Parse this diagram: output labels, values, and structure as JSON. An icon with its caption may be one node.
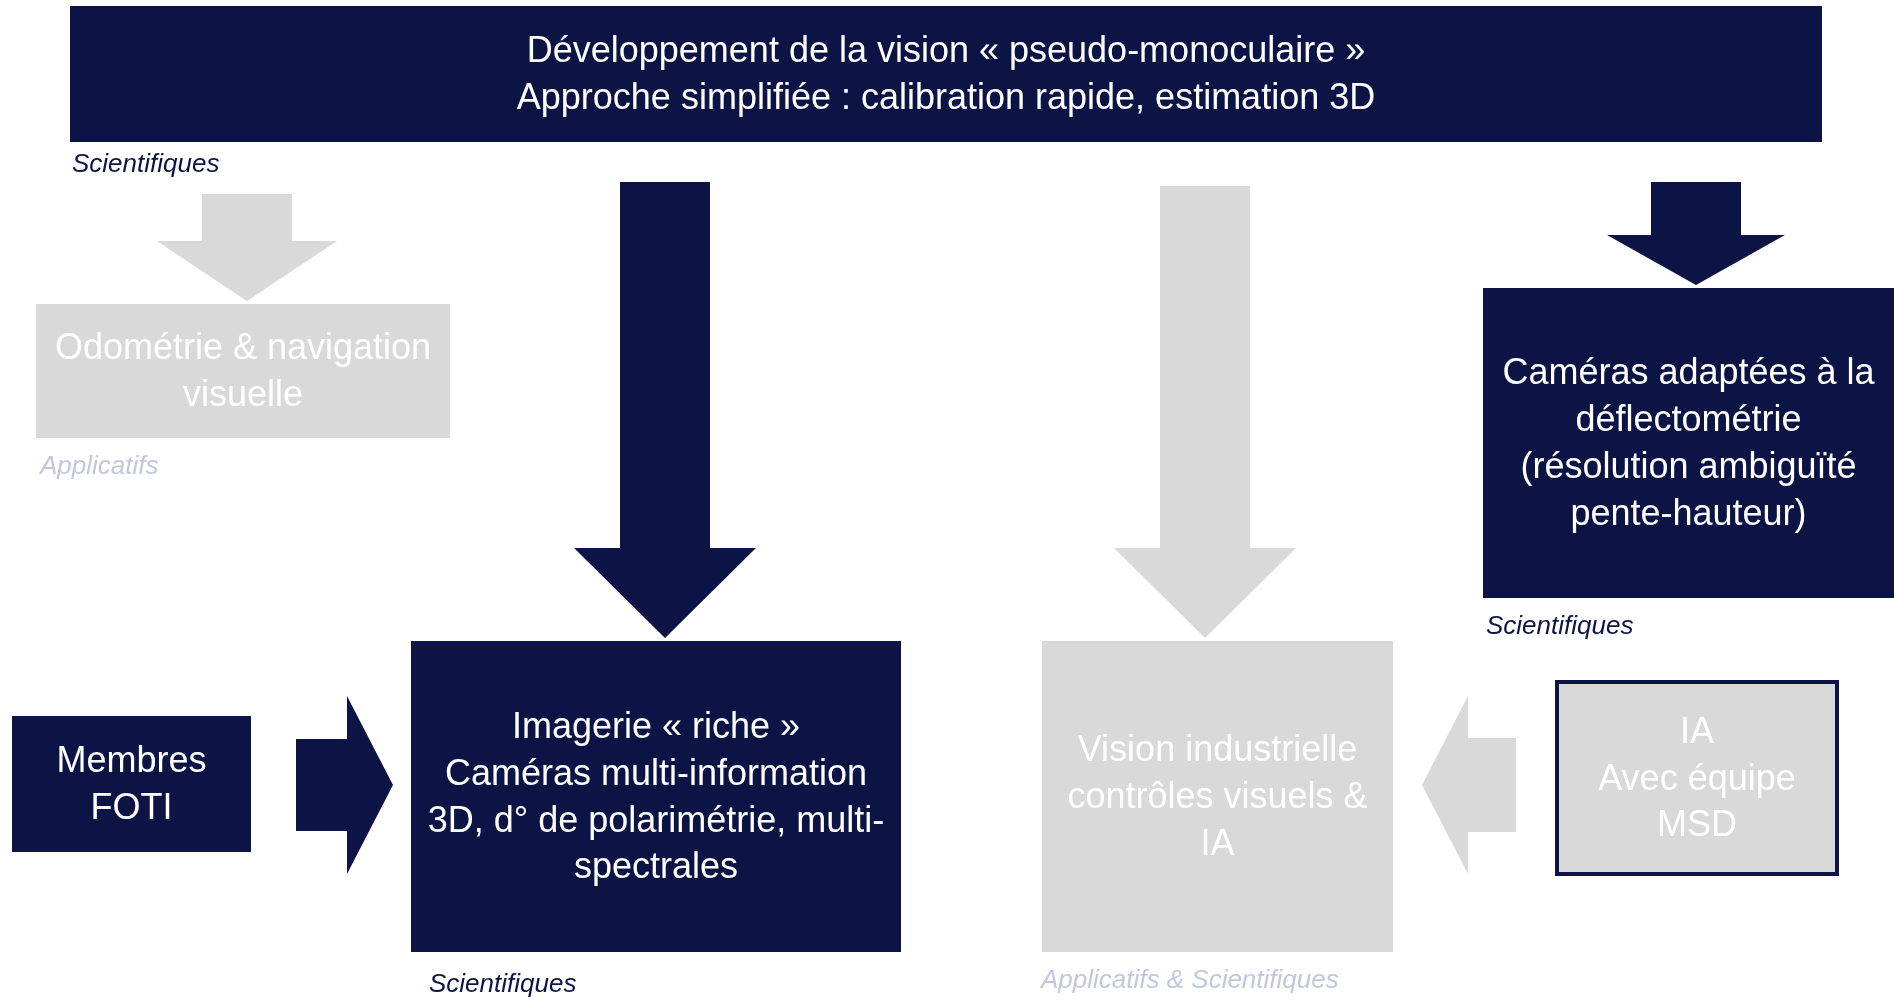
{
  "diagram": {
    "nodes": [
      {
        "text": [
          "Développement de la vision « pseudo-monoculaire »",
          "Approche simplifiée : calibration rapide, estimation 3D"
        ],
        "beside": [
          "Scientifiques"
        ]
      },
      {
        "text": [
          "Odométrie & navigation visuelle"
        ],
        "beside": [
          "Applicatifs"
        ]
      },
      {
        "text": [
          "Caméras adaptées à la déflectométrie (résolution ambiguïté pente-hauteur)"
        ],
        "beside": [
          "Scientifiques"
        ]
      },
      {
        "text": [
          "Membres FOTI"
        ]
      },
      {
        "text": [
          "Imagerie « riche »",
          "Caméras multi-information",
          "3D, d° de polarimétrie, multi-spectrales"
        ],
        "beside": [
          "Scientifiques"
        ]
      },
      {
        "text": [
          "Vision industrielle contrôles visuels &",
          "IA"
        ],
        "beside": [
          "Applicatifs & Scientifiques"
        ]
      },
      {
        "text": [
          "IA",
          "Avec équipe MSD"
        ]
      }
    ],
    "edges": [
      {
        "from": 0,
        "to": 1,
        "arrow": "to",
        "color": "#d9d9d9"
      },
      {
        "from": 0,
        "to": 4,
        "arrow": "to"
      },
      {
        "from": 0,
        "to": 5,
        "arrow": "to",
        "color": "#d9d9d9"
      },
      {
        "from": 0,
        "to": 2,
        "arrow": "to"
      },
      {
        "from": 3,
        "to": 4,
        "arrow": "to"
      },
      {
        "from": 6,
        "to": 5,
        "arrow": "to",
        "color": "#d9d9d9"
      }
    ]
  }
}
